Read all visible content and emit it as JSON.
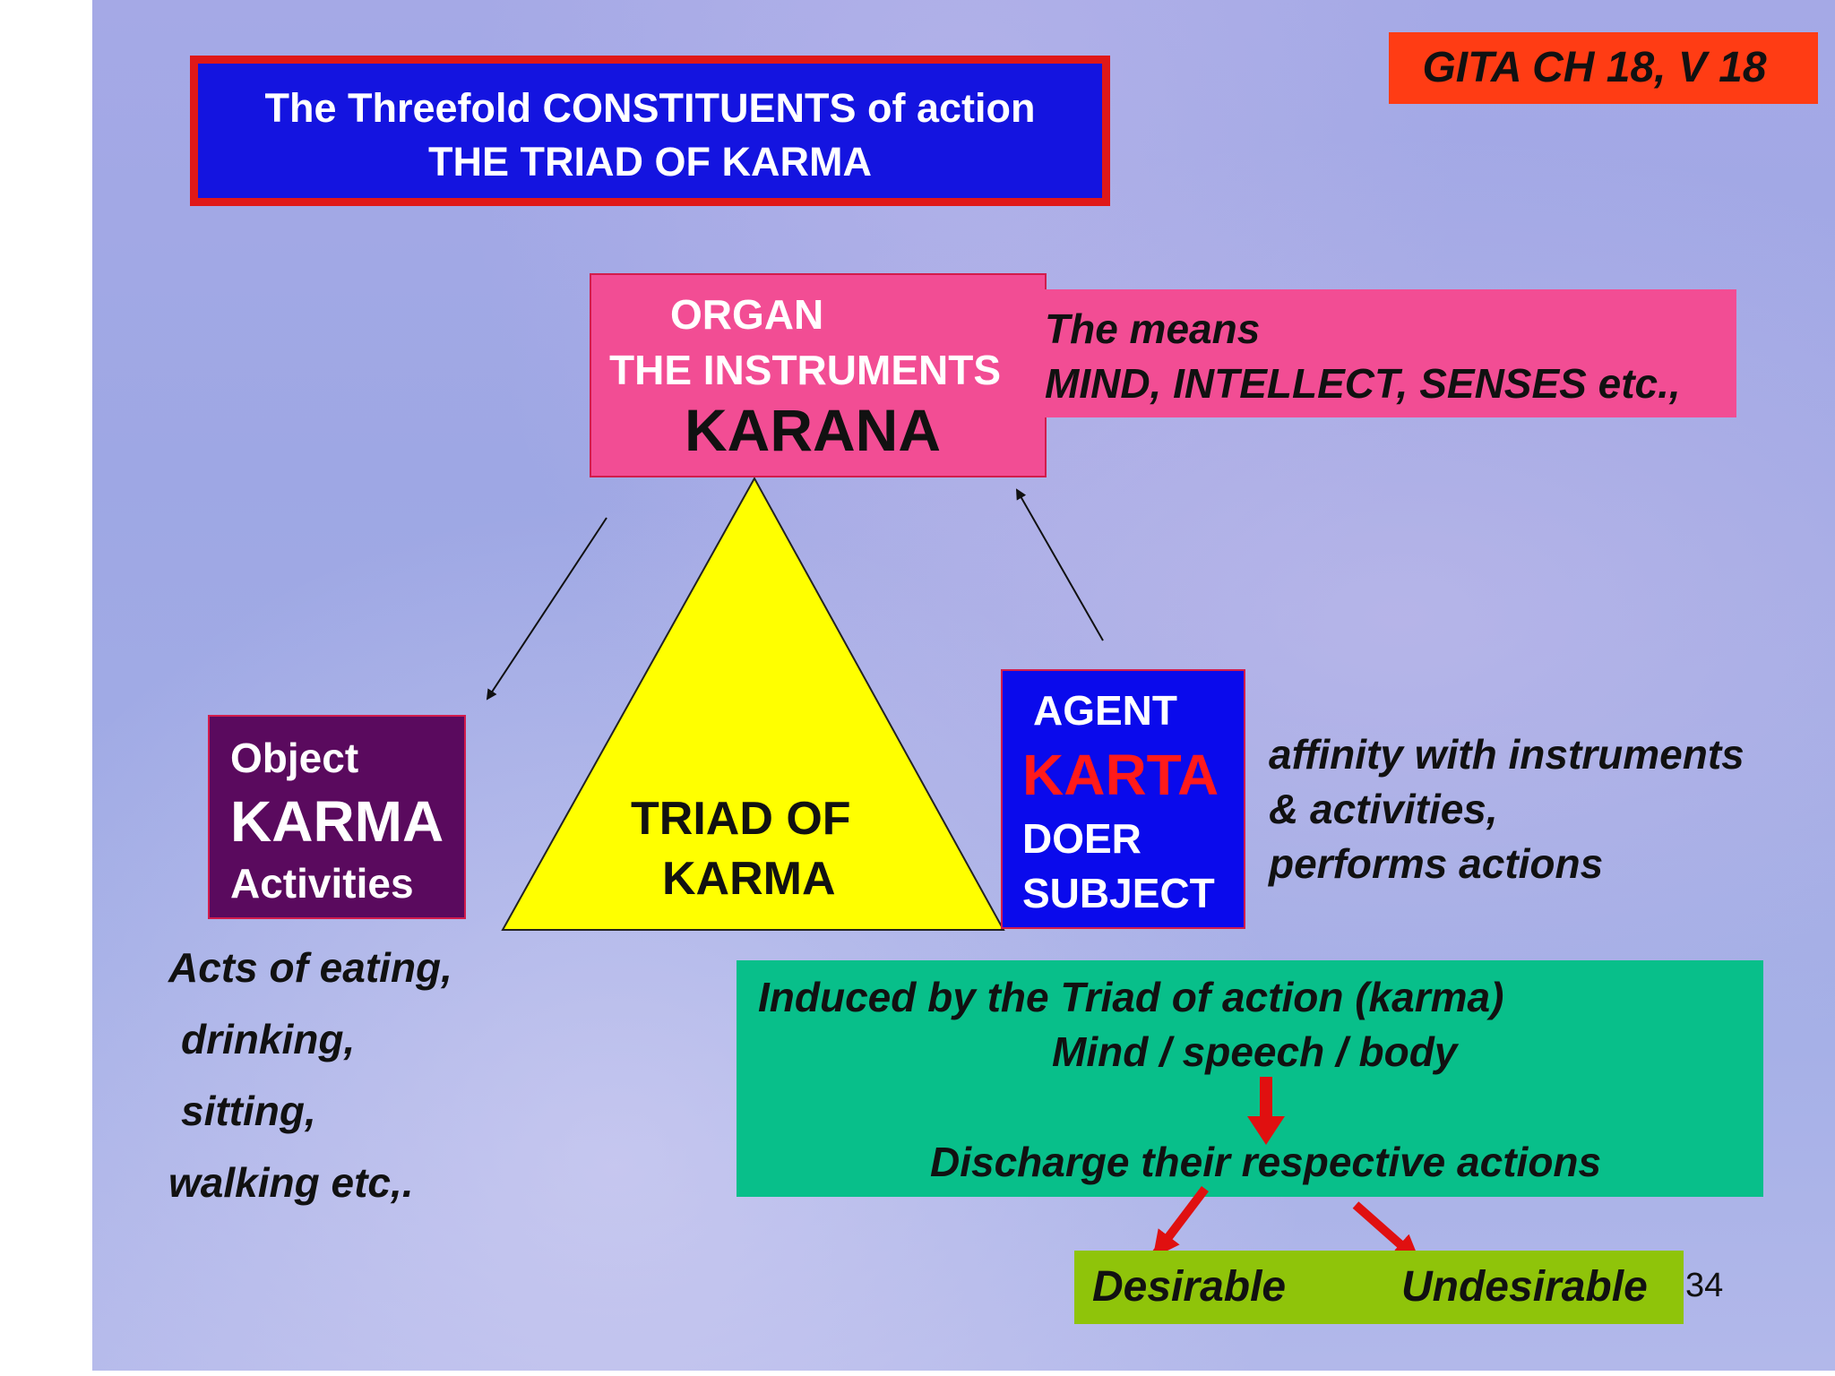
{
  "title": {
    "line1": "The Threefold CONSTITUENTS  of action",
    "line2": "THE TRIAD OF KARMA"
  },
  "reference": "GITA CH 18, V 18",
  "karana": {
    "line1": "ORGAN",
    "line2": "THE INSTRUMENTS",
    "line3": "KARANA"
  },
  "means": {
    "line1": "The means",
    "line2": "MIND, INTELLECT, SENSES etc.,"
  },
  "triangle": {
    "line1": "TRIAD OF",
    "line2": "KARMA"
  },
  "object": {
    "line1": "Object",
    "line2": "KARMA",
    "line3": "Activities"
  },
  "agent": {
    "line1": "AGENT",
    "line2": "KARTA",
    "line3": "DOER",
    "line4": "SUBJECT"
  },
  "affinity": {
    "line1": "affinity with instruments",
    "line2": "& activities,",
    "line3": "performs actions"
  },
  "acts": {
    "line1": "Acts of eating,",
    "line2": "drinking,",
    "line3": "sitting,",
    "line4": "walking etc,."
  },
  "induced": {
    "line1": "Induced by the Triad of action (karma)",
    "line2": "Mind / speech / body",
    "line3": "Discharge their respective  actions"
  },
  "results": {
    "desirable": "Desirable",
    "undesirable": "Undesirable"
  },
  "page_number": "34",
  "colors": {
    "title_bg": "#1414e0",
    "title_border": "#e01818",
    "reference_bg": "#ff3c14",
    "pink_box": "#f24d94",
    "object_bg": "#5a0a5e",
    "agent_bg": "#0a0aec",
    "karta_text": "#ff1a1a",
    "triangle_fill": "#ffff00",
    "induced_bg": "#08bf8a",
    "result_bg": "#8fc40a",
    "arrow_red": "#e01010"
  }
}
